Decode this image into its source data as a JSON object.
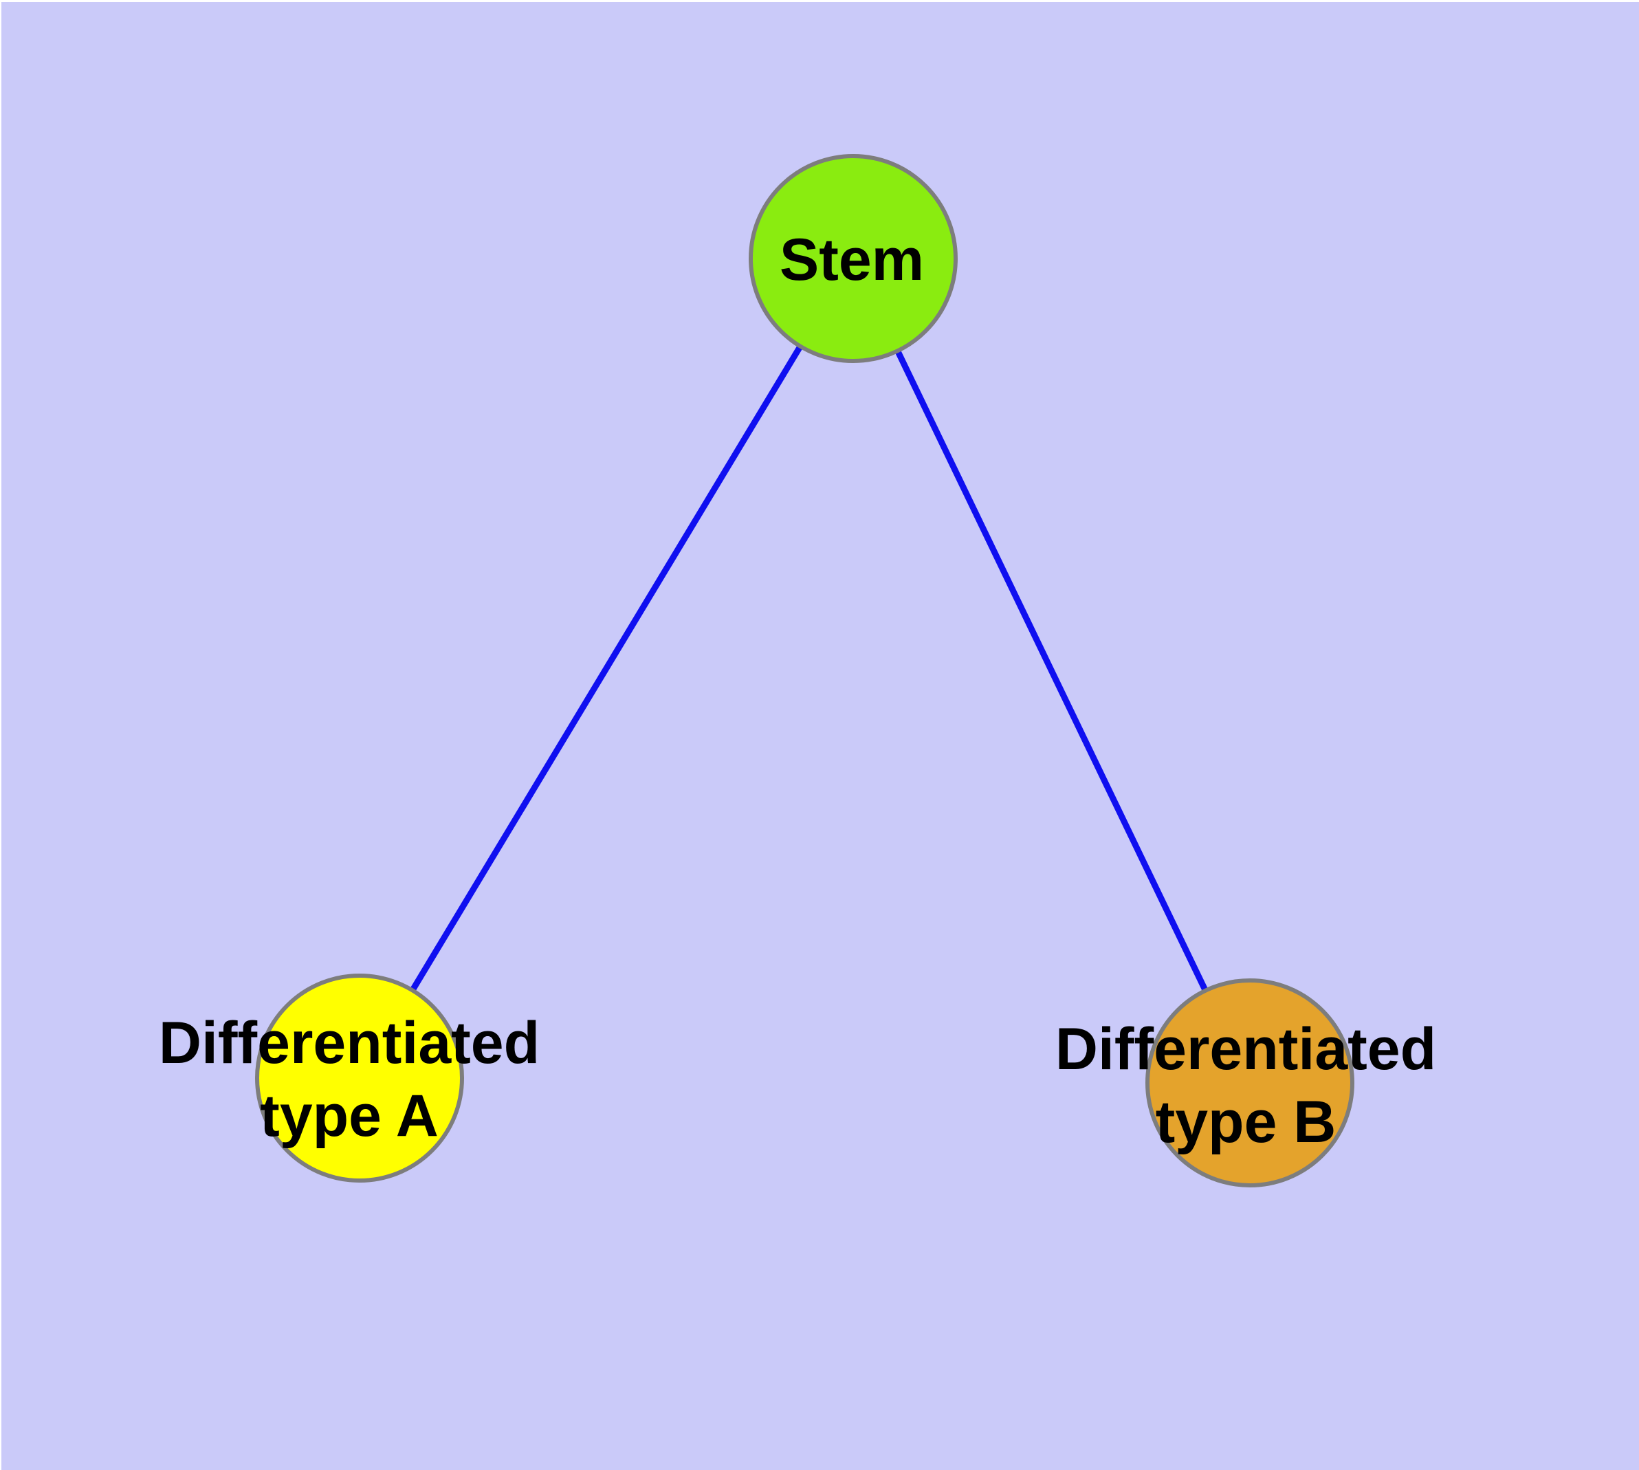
{
  "canvas": {
    "background_color": "#CACAF9",
    "margin_color": "#FFFFFF"
  },
  "diagram": {
    "type": "node-link-graph",
    "edge_color": "#0F0FF0",
    "node_border_color": "#7D7D7D",
    "text_color": "#000000",
    "nodes": [
      {
        "id": "stem",
        "label_lines": [
          "Stem"
        ],
        "fill": "#8AEC10"
      },
      {
        "id": "type-a",
        "label_lines": [
          "Differentiated",
          "type A"
        ],
        "fill": "#FFFF00"
      },
      {
        "id": "type-b",
        "label_lines": [
          "Differentiated",
          "type B"
        ],
        "fill": "#E4A32C"
      }
    ],
    "edges": [
      {
        "from": "stem",
        "to": "type-a"
      },
      {
        "from": "stem",
        "to": "type-b"
      }
    ]
  }
}
